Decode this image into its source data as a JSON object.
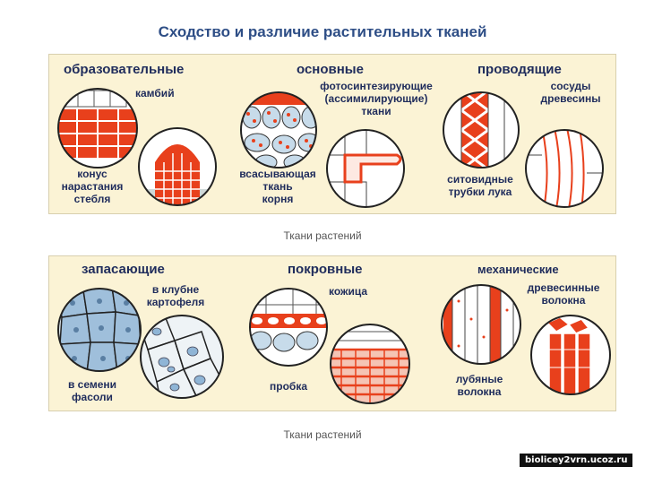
{
  "title": "Сходство и различие растительных тканей",
  "panel1": {
    "group_educational": "образовательные",
    "label_cambium": "камбий",
    "label_cone": [
      "конус",
      "нарастания",
      "стебля"
    ],
    "group_basic": "основные",
    "label_photo": [
      "фотосинтезирующие",
      "(ассимилирующие)",
      "ткани"
    ],
    "label_absorb": [
      "всасывающая",
      "ткань",
      "корня"
    ],
    "group_conducting": "проводящие",
    "label_vessels": [
      "сосуды",
      "древесины"
    ],
    "label_sieve": [
      "ситовидные",
      "трубки лука"
    ]
  },
  "caption1": "Ткани растений",
  "panel2": {
    "group_storage": "запасающие",
    "label_tuber": [
      "в клубне",
      "картофеля"
    ],
    "label_seed": [
      "в семени",
      "фасоли"
    ],
    "group_covering": "покровные",
    "label_skin": "кожица",
    "label_cork": "пробка",
    "group_mechanical": "механические",
    "label_wood_fibers": [
      "древесинные",
      "волокна"
    ],
    "label_bast_fibers": [
      "лубяные",
      "волокна"
    ]
  },
  "caption2": "Ткани растений",
  "watermark": "biolicey2vrn.ucoz.ru",
  "colors": {
    "title": "#2e4e86",
    "labels": "#1f2c5c",
    "panel_bg": "#fbf3d5",
    "tissue_red": "#e8401c",
    "tissue_blue": "#8fb5d6"
  }
}
